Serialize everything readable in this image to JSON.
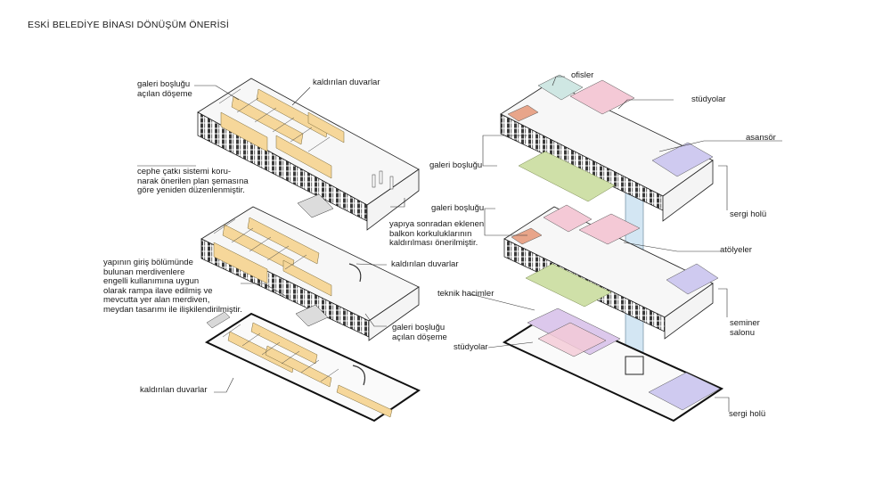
{
  "title": "ESKİ BELEDİYE BİNASI DÖNÜŞÜM ÖNERİSİ",
  "left": {
    "galeri_acilan_1": "galeri boşluğu\naçılan döşeme",
    "kaldirilan_1": "kaldırılan duvarlar",
    "cephe": "cephe çatkı sistemi koru-\nnarak önerilen plan şemasına\ngöre yeniden düzenlenmiştir.",
    "balkon": "yapıya sonradan eklenen\nbalkon korkuluklarının\nkaldırılması önerilmiştir.",
    "giris": "yapının giriş bölümünde\nbulunan merdivenlere\nengelli kullanımına uygun\nolarak rampa ilave edilmiş ve\nmevcutta yer alan merdiven,\nmeydan tasarımı ile ilişkilendirilmiştir.",
    "kaldirilan_2": "kaldırılan duvarlar",
    "galeri_acilan_2": "galeri boşluğu\naçılan döşeme",
    "kaldirilan_3": "kaldırılan duvarlar"
  },
  "right": {
    "ofisler": "ofisler",
    "studyolar_1": "stüdyolar",
    "asansor": "asansör",
    "galeri_1": "galeri boşluğu",
    "sergi_1": "sergi holü",
    "galeri_2": "galeri boşluğu",
    "atolyeler": "atölyeler",
    "teknik": "teknik hacimler",
    "seminer": "seminer\nsalonu",
    "studyolar_2": "stüdyolar",
    "sergi_2": "sergi holü"
  },
  "colors": {
    "wall_highlight": "#f6d79a",
    "office": "#cfe7e3",
    "studio": "#f4c9d6",
    "exhibition": "#cfcaf0",
    "elevator": "#bcd9ec",
    "balcony": "#cfe0a8",
    "stair_red": "#e8a58a",
    "technical": "#dcc8ec"
  }
}
